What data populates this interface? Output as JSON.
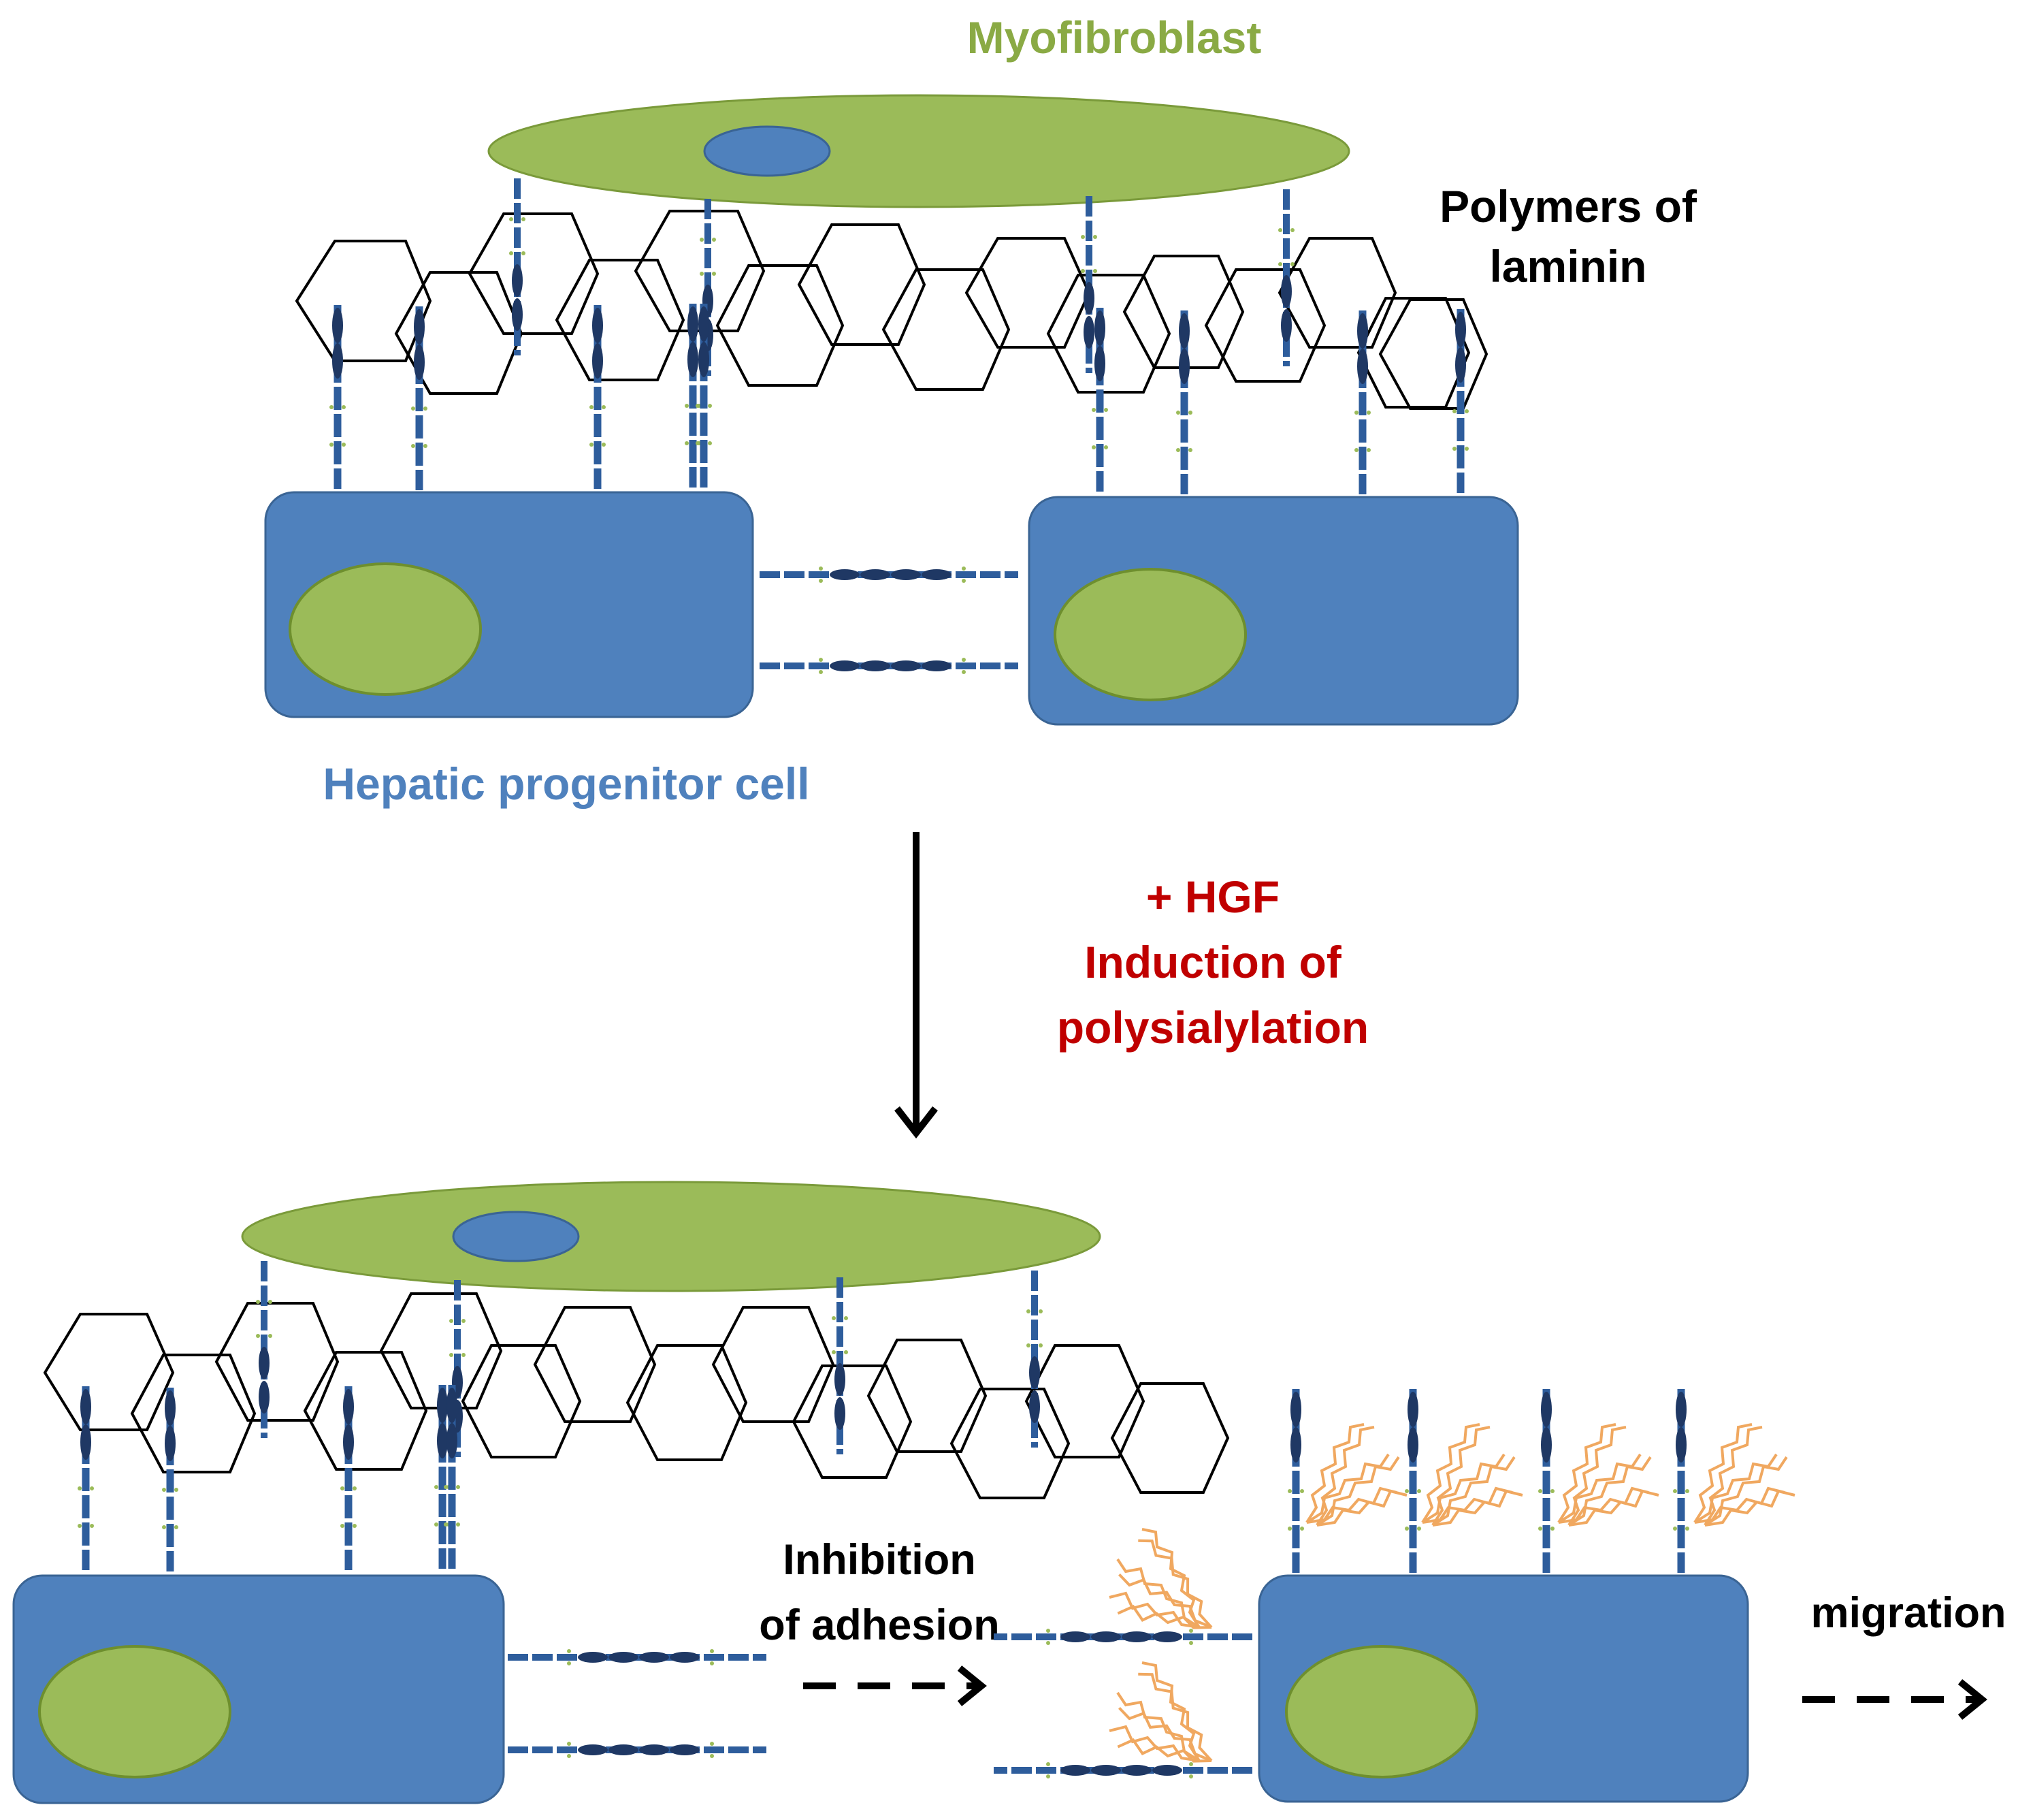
{
  "labels": {
    "myofibroblast": "Myofibroblast",
    "laminin_line1": "Polymers of",
    "laminin_line2": "laminin",
    "hepatic": "Hepatic progenitor cell",
    "hgf_line1": "+ HGF",
    "hgf_line2": "Induction of",
    "hgf_line3": "polysialylation",
    "inhibition_line1": "Inhibition",
    "inhibition_line2": "of adhesion",
    "migration": "migration"
  },
  "colors": {
    "myofibroblast_fill": "#9bbb59",
    "cell_fill": "#4f81bd",
    "cell_stroke": "#3a6494",
    "receptor": "#2e5d9c",
    "receptor_dark": "#1f3864",
    "psa_chain": "#f0a860",
    "label_green": "#8aaa44",
    "label_blue": "#4f81bd",
    "label_red": "#c00000",
    "text_black": "#000000"
  },
  "icons": {
    "arrow_main": "down-arrow-icon",
    "arrow_inhibition": "dashed-right-arrow-icon",
    "arrow_migration": "dashed-right-arrow-icon"
  }
}
